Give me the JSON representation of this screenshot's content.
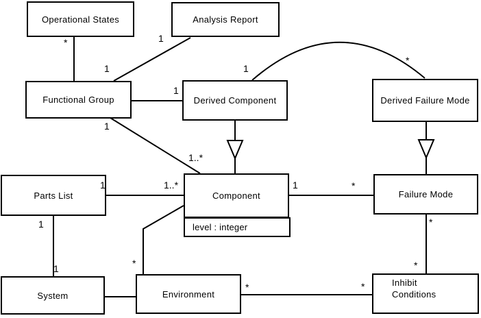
{
  "diagram": {
    "kind": "uml-class-diagram",
    "colors": {
      "background": "#ffffff",
      "line": "#000000",
      "box_fill": "#ffffff",
      "text": "#000000"
    },
    "classes": [
      {
        "name": "Operational States"
      },
      {
        "name": "Analysis Report"
      },
      {
        "name": "Functional Group"
      },
      {
        "name": "Derived Component"
      },
      {
        "name": "Derived Failure Mode"
      },
      {
        "name": "Component",
        "attributes": [
          "level : integer"
        ]
      },
      {
        "name": "Parts List"
      },
      {
        "name": "Failure Mode"
      },
      {
        "name": "System"
      },
      {
        "name": "Environment"
      },
      {
        "name": "Inhibit Conditions",
        "lines": [
          "Inhibit",
          "Conditions"
        ]
      }
    ],
    "associations": [
      {
        "from": "Operational States",
        "to": "Functional Group",
        "from_label": "*",
        "to_label": ""
      },
      {
        "from": "Analysis Report",
        "to": "Functional Group",
        "from_label": "1",
        "to_label": "1"
      },
      {
        "from": "Functional Group",
        "to": "Derived Component",
        "from_label": "",
        "to_label": "1"
      },
      {
        "from": "Functional Group",
        "to": "Component",
        "from_label": "1",
        "to_label": "1..*"
      },
      {
        "from": "Parts List",
        "to": "Component",
        "from_label": "1",
        "to_label": "1..*"
      },
      {
        "from": "Parts List",
        "to": "System",
        "from_label": "1",
        "to_label": "1"
      },
      {
        "from": "Component",
        "to": "Failure Mode",
        "from_label": "1",
        "to_label": "*"
      },
      {
        "from": "Component",
        "to": "Environment",
        "from_label": "",
        "to_label": "*"
      },
      {
        "from": "System",
        "to": "Environment",
        "from_label": "",
        "to_label": ""
      },
      {
        "from": "Environment",
        "to": "Inhibit Conditions",
        "from_label": "*",
        "to_label": "*"
      },
      {
        "from": "Failure Mode",
        "to": "Inhibit Conditions",
        "from_label": "*",
        "to_label": "*"
      },
      {
        "from": "Derived Component",
        "to": "Derived Failure Mode",
        "from_label": "1",
        "to_label": "*"
      }
    ],
    "generalizations": [
      {
        "child": "Derived Component",
        "parent": "Component"
      },
      {
        "child": "Derived Failure Mode",
        "parent": "Failure Mode"
      }
    ]
  }
}
